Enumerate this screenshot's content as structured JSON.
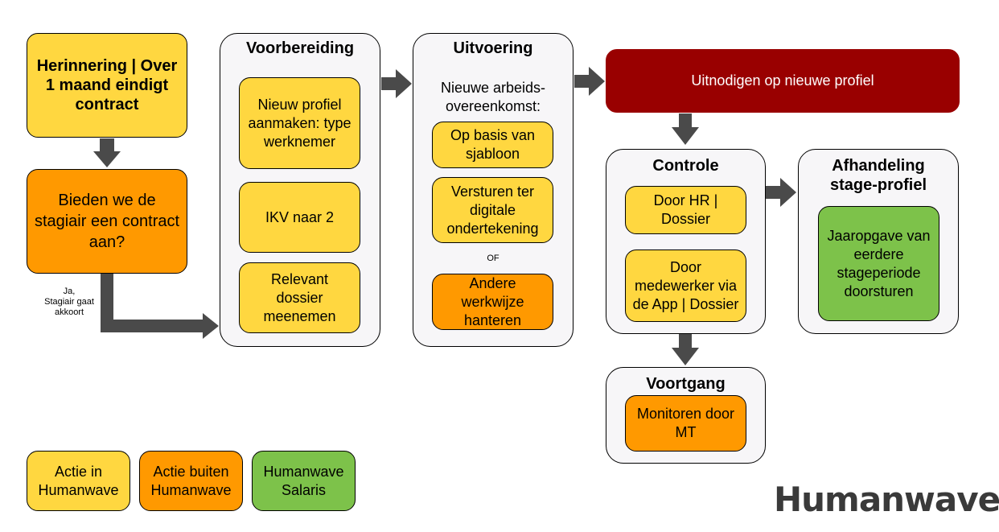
{
  "reminder": {
    "text": "Herinnering | Over 1 maand eindigt contract"
  },
  "decision": {
    "text": "Bieden we de stagiair een contract aan?",
    "answer": "Ja,\nStagiair gaat akkoort"
  },
  "voorbereiding": {
    "title": "Voorbereiding",
    "items": [
      "Nieuw profiel aanmaken: type werknemer",
      "IKV naar 2",
      "Relevant dossier meenemen"
    ]
  },
  "uitvoering": {
    "title": "Uitvoering",
    "intro": "Nieuwe arbeids-overeenkomst:",
    "items": [
      "Op basis van sjabloon",
      "Versturen ter digitale ondertekening"
    ],
    "or_label": "OF",
    "alt": "Andere werkwijze hanteren"
  },
  "invite": {
    "text": "Uitnodigen op nieuwe profiel"
  },
  "controle": {
    "title": "Controle",
    "items": [
      "Door HR | Dossier",
      "Door medewerker via de App | Dossier"
    ]
  },
  "afhandeling": {
    "title": "Afhandeling stage-profiel",
    "item": "Jaaropgave van eerdere stageperiode doorsturen"
  },
  "voortgang": {
    "title": "Voortgang",
    "item": "Monitoren door MT"
  },
  "legend": [
    "Actie in Humanwave",
    "Actie buiten Humanwave",
    "Humanwave Salaris"
  ],
  "logo": "Humanwave",
  "colors": {
    "yellow": "#FFD740",
    "orange": "#FF9900",
    "green": "#7DC24A",
    "red": "#990000",
    "arrow": "#4a4a4a"
  }
}
